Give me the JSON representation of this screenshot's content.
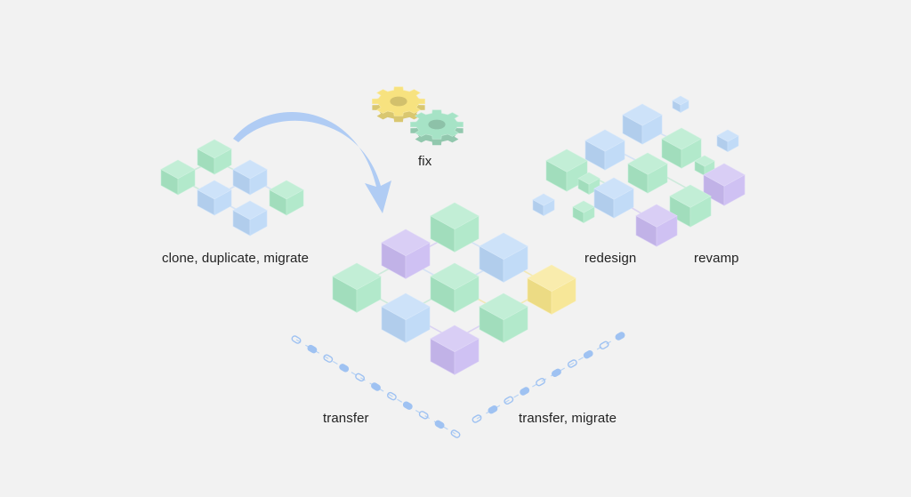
{
  "labels": {
    "clone": "clone, duplicate, migrate",
    "fix": "fix",
    "redesign": "redesign",
    "revamp": "revamp",
    "transfer": "transfer",
    "transfer_migrate": "transfer, migrate"
  },
  "colors": {
    "background": "#f2f2f2",
    "green": "#a8e6c4",
    "blue": "#b8d6f6",
    "purple": "#c9b9f1",
    "yellow": "#f6e48a",
    "arrow": "#a9c8f4",
    "gear_yellow": "#f7e27f",
    "gear_green": "#a6e3c6"
  },
  "icons": [
    "curved-arrow-icon",
    "gear-icon",
    "cube-icon",
    "chain-link-icon"
  ]
}
